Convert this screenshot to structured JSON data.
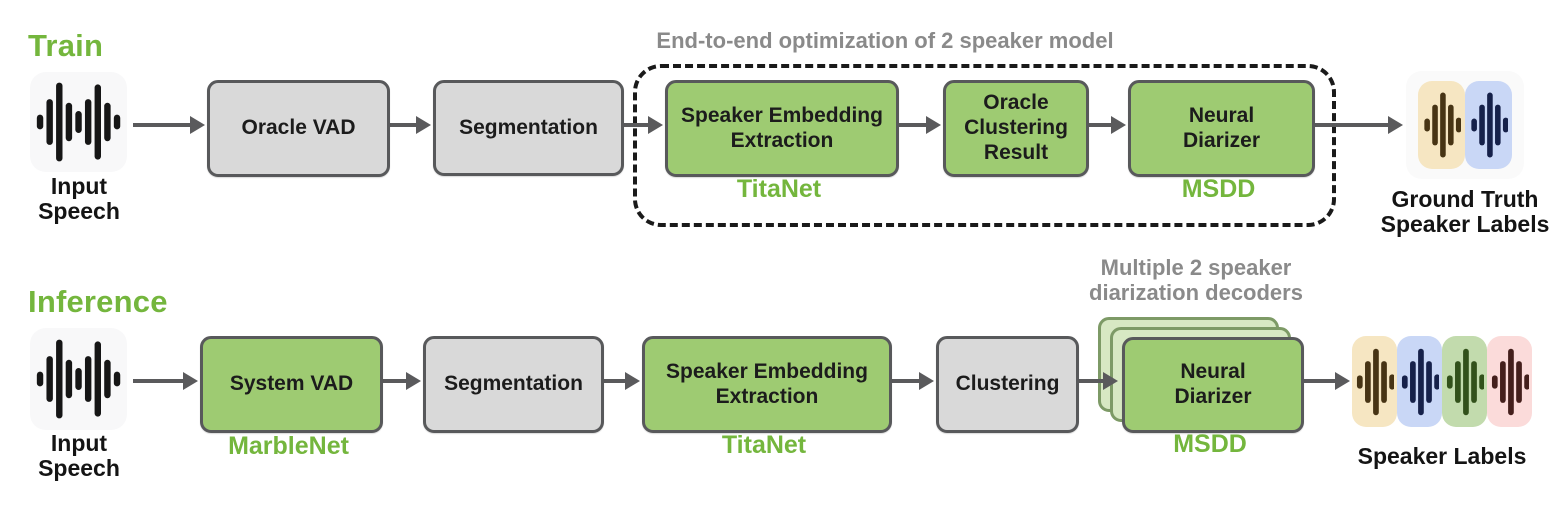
{
  "palette": {
    "accent_green": "#74b63d",
    "box_green": "#9ecb72",
    "box_gray": "#d9d9d9",
    "box_border": "#58595b",
    "stack_fill": "#d7e8c3",
    "stack_border": "#7d9a66",
    "caption_gray": "#8a8a8a",
    "arrow_gray": "#5a5a5c",
    "speaker_colors": [
      "#f6e6c2",
      "#c9d7f6",
      "#c2dbad",
      "#fbdbda"
    ],
    "speaker_bar_colors": [
      "#473414",
      "#16214a",
      "#32511b",
      "#441f1c"
    ]
  },
  "icons": {
    "input_speech": "waveform-icon",
    "train_output": "two-speaker-waveform-icon",
    "inference_output": "four-speaker-waveform-icon"
  },
  "train": {
    "heading": "Train",
    "input_label": "Input\nSpeech",
    "oracle_vad_label": "Oracle VAD",
    "segmentation_label": "Segmentation",
    "e2e_caption": "End-to-end optimization of 2 speaker model",
    "speaker_embedding_label": "Speaker Embedding\nExtraction",
    "titanet_label": "TitaNet",
    "oracle_clustering_label": "Oracle\nClustering\nResult",
    "neural_diarizer_label": "Neural\nDiarizer",
    "msdd_label": "MSDD",
    "output_label": "Ground Truth\nSpeaker Labels"
  },
  "inference": {
    "heading": "Inference",
    "input_label": "Input\nSpeech",
    "system_vad_label": "System VAD",
    "marblenet_label": "MarbleNet",
    "segmentation_label": "Segmentation",
    "speaker_embedding_label": "Speaker Embedding\nExtraction",
    "titanet_label": "TitaNet",
    "clustering_label": "Clustering",
    "decoders_caption": "Multiple 2 speaker\ndiarization decoders",
    "neural_diarizer_label": "Neural\nDiarizer",
    "msdd_label": "MSDD",
    "output_label": "Speaker Labels"
  }
}
